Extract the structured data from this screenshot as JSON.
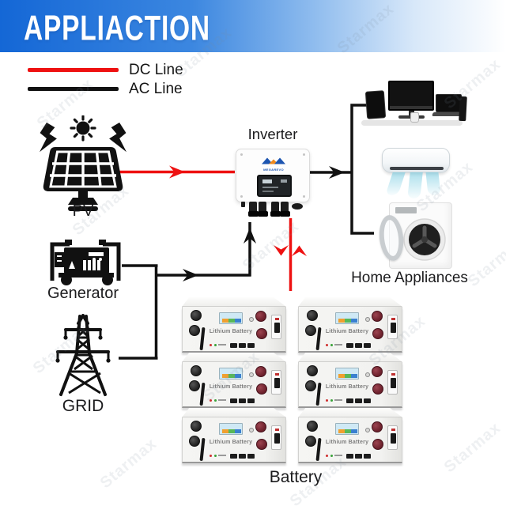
{
  "header": {
    "title": "APPLIACTION"
  },
  "legend": {
    "dc_label": "DC Line",
    "ac_label": "AC Line"
  },
  "nodes": {
    "pv": {
      "label": "PV"
    },
    "inverter": {
      "label": "Inverter",
      "brand": "MEGAREVO"
    },
    "generator": {
      "label": "Generator"
    },
    "grid": {
      "label": "GRID"
    },
    "home_appliances": {
      "label": "Home Appliances"
    },
    "battery": {
      "label": "Battery",
      "module_label": "Lithium Battery",
      "module_count": 6
    }
  },
  "colors": {
    "banner_blue": "#1467d6",
    "dc_line": "#ee1111",
    "ac_line": "#111111"
  },
  "watermark": {
    "text": "Starmax"
  }
}
